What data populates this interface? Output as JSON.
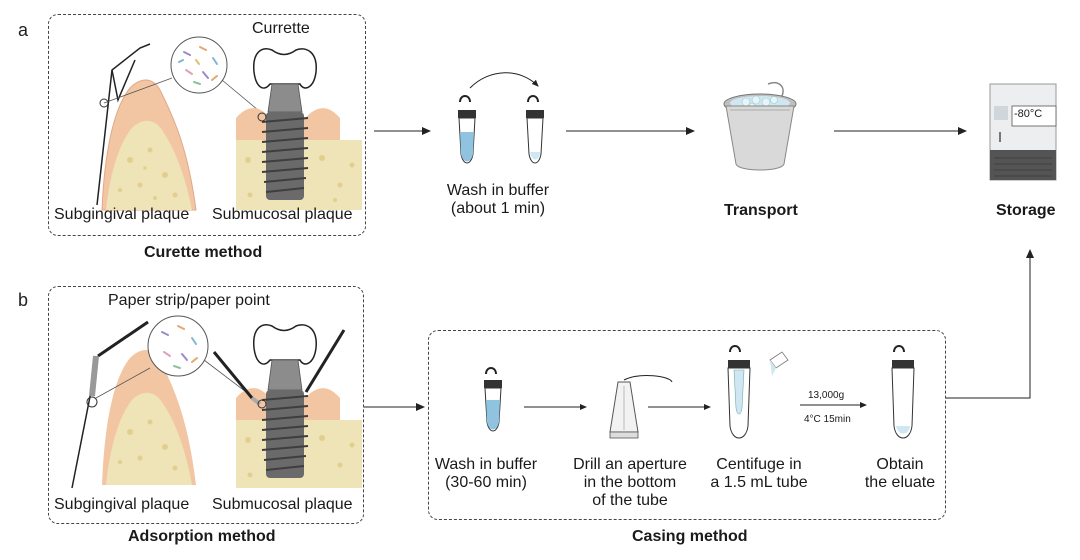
{
  "panel_a": {
    "letter": "a",
    "top_label": "Currette",
    "left_label": "Subgingival plaque",
    "right_label": "Submucosal plaque",
    "method_title": "Curette method",
    "wash_step": {
      "line1": "Wash in buffer",
      "line2": "(about 1 min)"
    },
    "transport": "Transport",
    "storage": "Storage",
    "freezer_display": "-80°C"
  },
  "panel_b": {
    "letter": "b",
    "top_label": "Paper strip/paper point",
    "left_label": "Subgingival plaque",
    "right_label": "Submucosal plaque",
    "method_title": "Adsorption method",
    "casing_title": "Casing method",
    "steps": [
      {
        "line1": "Wash in buffer",
        "line2": "(30-60 min)",
        "line3": ""
      },
      {
        "line1": "Drill an aperture",
        "line2": "in the bottom",
        "line3": "of the tube"
      },
      {
        "line1": "Centifuge in",
        "line2": "a 1.5 mL tube",
        "line3": ""
      },
      {
        "line1": "Obtain",
        "line2": "the eluate",
        "line3": ""
      }
    ],
    "centrifuge_speed": "13,000g",
    "centrifuge_conditions": "4°C 15min"
  },
  "colors": {
    "gum": "#f3c6a3",
    "bone": "#efe3b8",
    "bone_spot": "#e3cf8d",
    "implant": "#6a6a6a",
    "buffer_liquid": "#8fc3e0",
    "freezer_base": "#545454"
  }
}
